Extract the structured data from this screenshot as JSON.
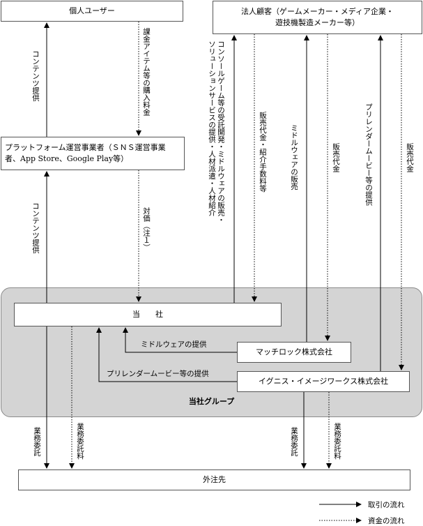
{
  "nodes": {
    "individual_user": "個人ユーザー",
    "corporate_client_line1": "法人顧客（ゲームメーカー・メディア企業・",
    "corporate_client_line2": "遊技機製造メーカー等）",
    "platform_line1": "プラットフォーム運営事業者（ＳＮＳ運営事業",
    "platform_line2": "者、App Store、Google Play等）",
    "company": "当　　社",
    "matchlock": "マッチロック株式会社",
    "ignis": "イグニス・イメージワークス株式会社",
    "outsource": "外注先",
    "group_label": "当社グループ"
  },
  "flows": {
    "content_provision_top": "コンテンツ提供",
    "billing_items": "課金アイテム等の購入料金",
    "content_provision_mid": "コンテンツ提供",
    "consideration": "対価（注１）",
    "console_dev_col1": "コンソールゲーム等の受託開発・ミドルウェアの販売・",
    "console_dev_col2": "ソリューションサービスの提供・人材派遣・人材紹介",
    "sales_fee": "販売代金・紹介手数料等",
    "middleware_sales": "ミドルウェアの販売",
    "sales_price_1": "販売代金",
    "prerender_provision": "プリレンダームービー等の提供",
    "sales_price_2": "販売代金",
    "middleware_provision": "ミドルウェアの提供",
    "prerender_provision_2": "プリレンダームービー等の提供",
    "outsourcing_left": "業務委託",
    "outsourcing_fee_left": "業務委託料",
    "outsourcing_right": "業務委託",
    "outsourcing_fee_right": "業務委託料"
  },
  "legend": {
    "transaction": "取引の流れ",
    "funds": "資金の流れ"
  }
}
